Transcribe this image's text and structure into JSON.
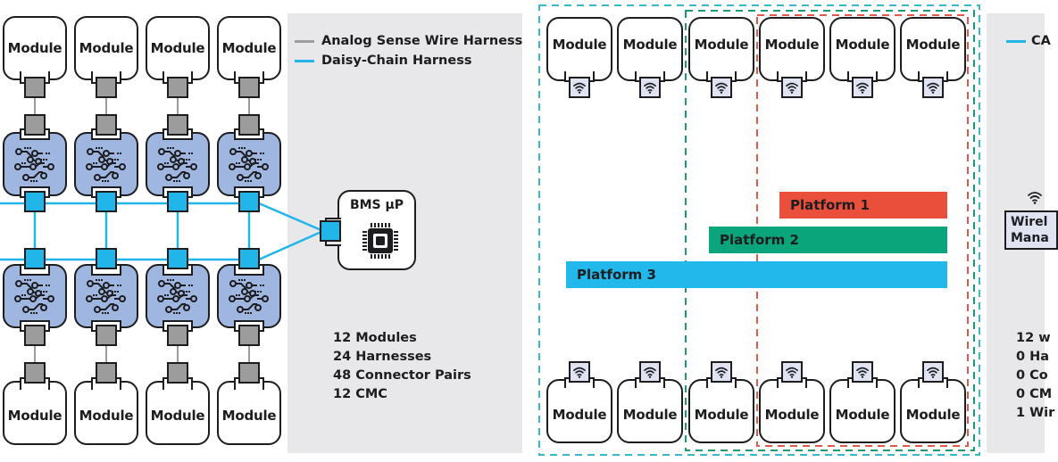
{
  "colors": {
    "analog_wire": "#9c9c9c",
    "daisy_chain": "#22b5ea",
    "cmc_fill": "#9fb6e0",
    "platform1": "#ea4f3c",
    "platform2": "#0aa57a",
    "platform3": "#22b8ec",
    "panel_gray": "#e8e8ea"
  },
  "wired": {
    "top_modules": [
      "Module",
      "Module",
      "Module",
      "Module"
    ],
    "bottom_modules": [
      "Module",
      "Module",
      "Module",
      "Module"
    ],
    "cmc_icon": "circuit-board-icon",
    "legend": [
      {
        "label": "Analog Sense Wire Harness",
        "color": "#9c9c9c"
      },
      {
        "label": "Daisy-Chain Harness",
        "color": "#22b5ea"
      }
    ],
    "bms": {
      "label": "BMS µP",
      "icon": "microchip-icon"
    },
    "stats": [
      "12 Modules",
      "24 Harnesses",
      "48 Connector Pairs",
      "12 CMC"
    ]
  },
  "wireless": {
    "top_modules": [
      "Module",
      "Module",
      "Module",
      "Module",
      "Module",
      "Module"
    ],
    "bottom_modules": [
      "Module",
      "Module",
      "Module",
      "Module",
      "Module",
      "Module"
    ],
    "module_icon": "wifi-icon",
    "platforms": [
      {
        "label": "Platform 1",
        "color": "#ea4f3c",
        "modules_per_row": 3
      },
      {
        "label": "Platform 2",
        "color": "#0aa57a",
        "modules_per_row": 4
      },
      {
        "label": "Platform 3",
        "color": "#22b8ec",
        "modules_per_row": 6
      }
    ]
  },
  "right_panel": {
    "legend": [
      {
        "label": "CA",
        "color": "#22b5ea"
      }
    ],
    "manager_label_line1": "Wirel",
    "manager_label_line2": "Mana",
    "stats": [
      "12 w",
      "0 Ha",
      "0 Co",
      "0 CM",
      "1 Wir"
    ]
  }
}
